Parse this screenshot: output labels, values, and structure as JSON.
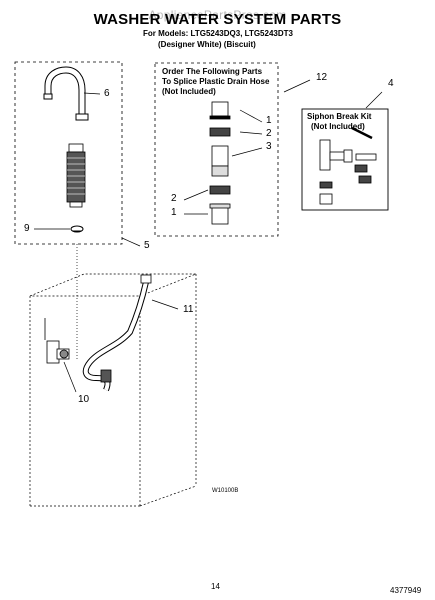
{
  "watermark": "AppliancePartsPros.com",
  "title": "WASHER WATER SYSTEM PARTS",
  "models_line": "For Models: LTG5243DQ3, LTG5243DT3",
  "variants_line": "(Designer White)   (Biscuit)",
  "order_box": {
    "line1": "Order The Following Parts",
    "line2": "To Splice Plastic Drain Hose",
    "line3": "(Not Included)"
  },
  "siphon_box": {
    "line1": "Siphon Break Kit",
    "line2": "(Not Included)"
  },
  "callouts": {
    "c1a": "1",
    "c2a": "2",
    "c3": "3",
    "c4": "4",
    "c2b": "2",
    "c1b": "1",
    "c5": "5",
    "c6": "6",
    "c9": "9",
    "c10": "10",
    "c11": "11",
    "c12": "12"
  },
  "figure_code": "W10100B",
  "page_number": "14",
  "doc_number": "4377949"
}
